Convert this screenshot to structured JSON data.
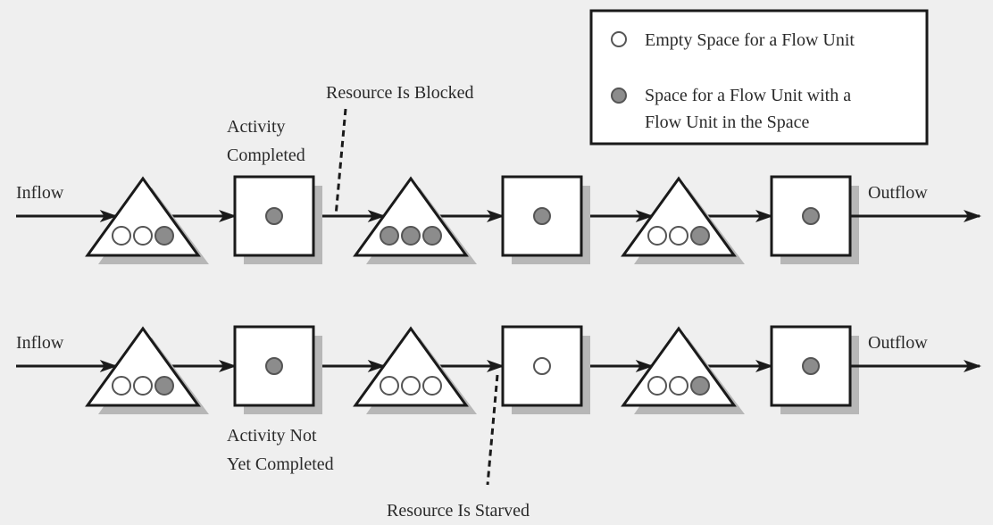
{
  "legend": {
    "items": [
      {
        "symbol": "empty",
        "lines": [
          "Empty Space for a Flow Unit"
        ]
      },
      {
        "symbol": "filled",
        "lines": [
          "Space for a Flow Unit with a",
          "Flow Unit in the Space"
        ]
      }
    ]
  },
  "colors": {
    "background": "#efefef",
    "filled_unit": "#8c8c8c",
    "stroke": "#1a1a1a",
    "shadow": "#b7b7b7"
  },
  "rows": [
    {
      "inflow_label": "Inflow",
      "outflow_label": "Outflow",
      "stages": [
        {
          "type": "buffer",
          "units": [
            "empty",
            "empty",
            "filled"
          ]
        },
        {
          "type": "resource",
          "unit": "filled"
        },
        {
          "type": "buffer",
          "units": [
            "filled",
            "filled",
            "filled"
          ]
        },
        {
          "type": "resource",
          "unit": "filled"
        },
        {
          "type": "buffer",
          "units": [
            "empty",
            "empty",
            "filled"
          ]
        },
        {
          "type": "resource",
          "unit": "filled"
        }
      ],
      "annotations": [
        {
          "id": "activity-completed",
          "lines": [
            "Activity",
            "Completed"
          ]
        },
        {
          "id": "resource-blocked",
          "lines": [
            "Resource Is Blocked"
          ]
        }
      ]
    },
    {
      "inflow_label": "Inflow",
      "outflow_label": "Outflow",
      "stages": [
        {
          "type": "buffer",
          "units": [
            "empty",
            "empty",
            "filled"
          ]
        },
        {
          "type": "resource",
          "unit": "filled"
        },
        {
          "type": "buffer",
          "units": [
            "empty",
            "empty",
            "empty"
          ]
        },
        {
          "type": "resource",
          "unit": "empty"
        },
        {
          "type": "buffer",
          "units": [
            "empty",
            "empty",
            "filled"
          ]
        },
        {
          "type": "resource",
          "unit": "filled"
        }
      ],
      "annotations": [
        {
          "id": "activity-not-completed",
          "lines": [
            "Activity Not",
            "Yet Completed"
          ]
        },
        {
          "id": "resource-starved",
          "lines": [
            "Resource Is Starved"
          ]
        }
      ]
    }
  ]
}
